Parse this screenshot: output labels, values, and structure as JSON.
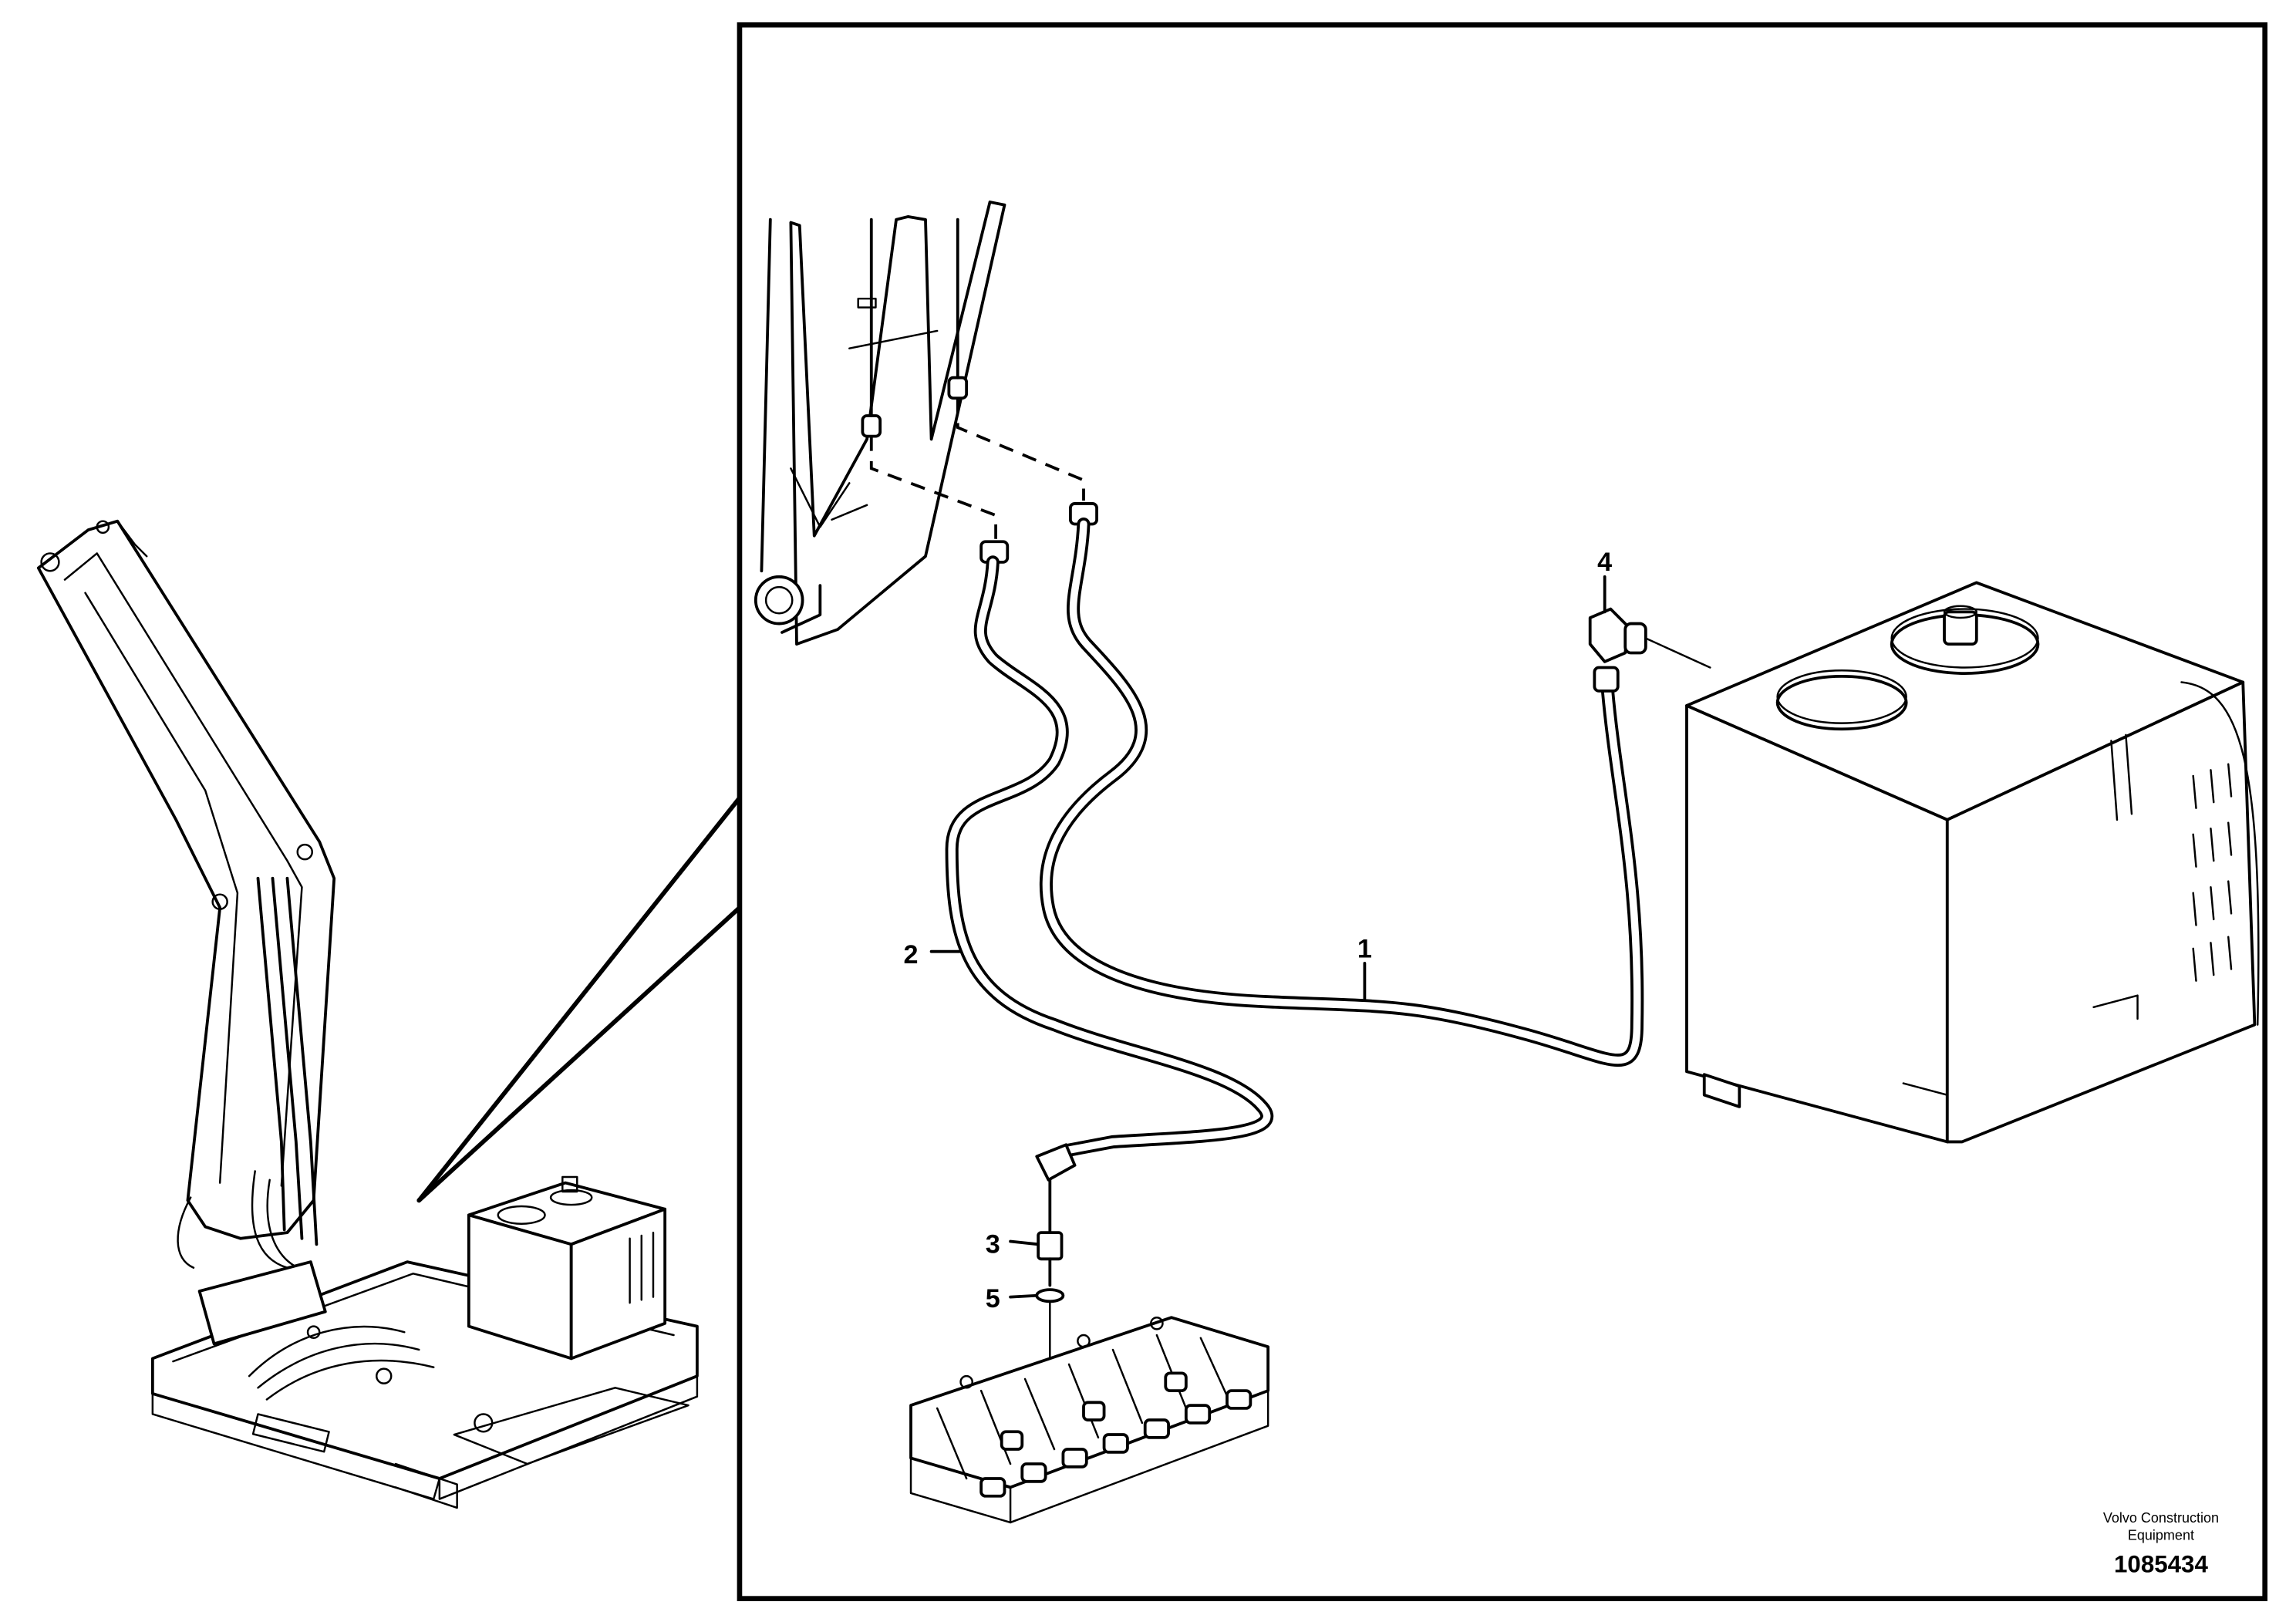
{
  "callouts": {
    "p1": "1",
    "p2": "2",
    "p3": "3",
    "p4": "4",
    "p5": "5"
  },
  "footer": {
    "brand_line1": "Volvo Construction",
    "brand_line2": "Equipment",
    "document_number": "1085434"
  }
}
